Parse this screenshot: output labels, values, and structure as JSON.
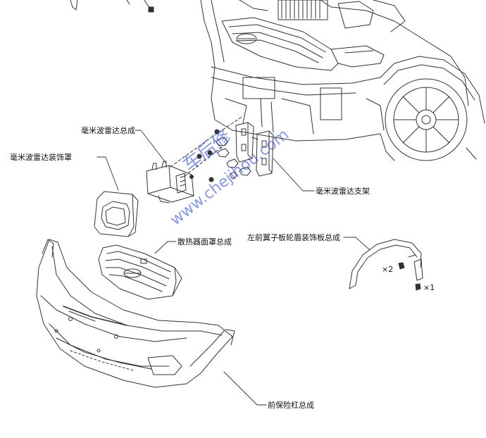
{
  "labels": {
    "radar_assembly": "毫米波雷达总成",
    "radar_cover": "毫米波雷达装饰罩",
    "radar_bracket": "毫米波雷达支架",
    "grille_assembly": "散热器面罩总成",
    "fender_trim": "左前翼子板轮眉装饰板总成",
    "front_bumper": "前保险杠总成"
  },
  "quantities": {
    "clip_count": "×2",
    "screw_count": "×1"
  },
  "watermark": {
    "line1": "车后修",
    "line2": "www.chejihou.com"
  },
  "colors": {
    "line": "#333333",
    "watermark": "#3a5ad0"
  }
}
